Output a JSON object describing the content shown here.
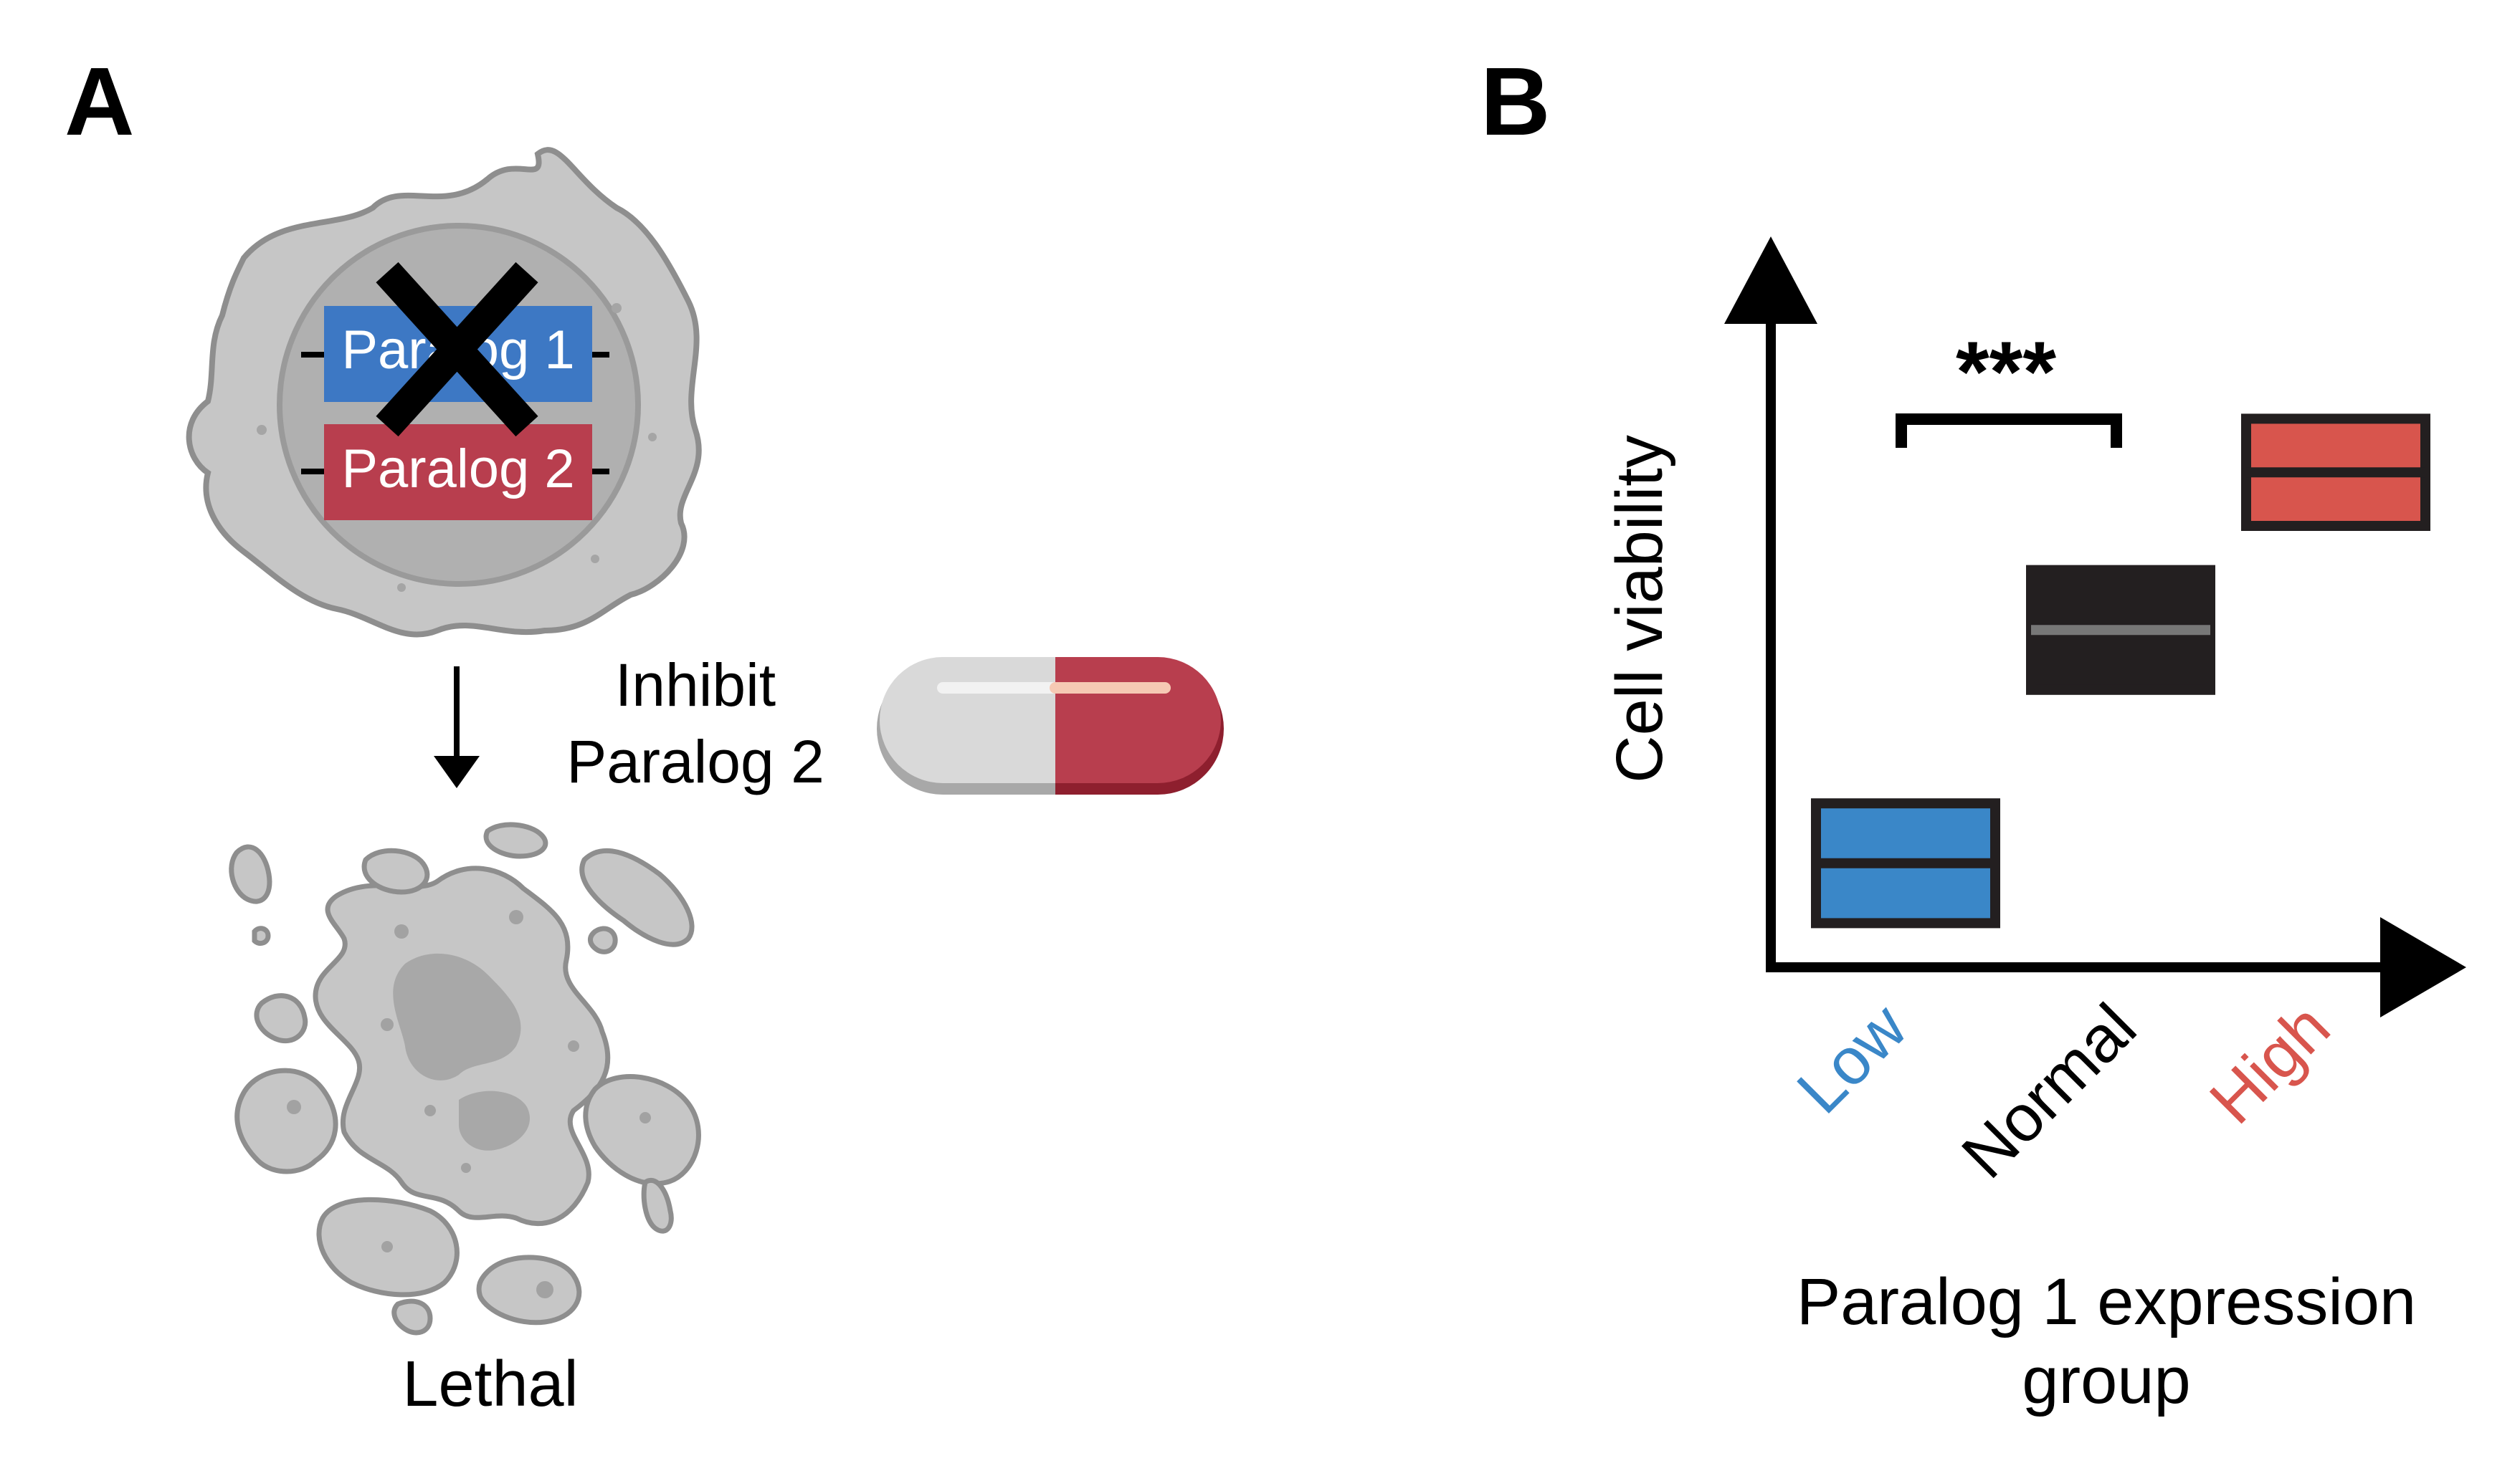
{
  "panel_a": {
    "label": "A",
    "gene_1": "Paralog 1",
    "gene_2": "Paralog 2",
    "drug_text_line1": "Inhibit",
    "drug_text_line2": "Paralog 2",
    "outcome": "Lethal"
  },
  "panel_b": {
    "label": "B",
    "significance": "***",
    "y_axis_label": "Cell viability",
    "x_axis_label_line1": "Paralog 1 expression",
    "x_axis_label_line2": "group"
  },
  "chart_data": {
    "type": "box",
    "ylabel": "Cell viability",
    "xlabel": "Paralog 1 expression group",
    "annotation": "***",
    "categories": [
      "Low",
      "Normal",
      "High"
    ],
    "category_colors": [
      "#3a87c8",
      "#231f20",
      "#d8554d"
    ],
    "median_colors": [
      "#231f20",
      "#777777",
      "#231f20"
    ],
    "boxes": [
      {
        "name": "Low",
        "low": 0.07,
        "median": 0.165,
        "high": 0.26
      },
      {
        "name": "Normal",
        "low": 0.44,
        "median": 0.535,
        "high": 0.63
      },
      {
        "name": "High",
        "low": 0.7,
        "median": 0.785,
        "high": 0.87
      }
    ],
    "ylim": [
      0,
      1
    ],
    "ticks_shown": false
  },
  "colors": {
    "paralog_1": "#3d78c4",
    "paralog_2": "#b83e4e",
    "cell_fill": "#c6c6c6",
    "cell_stroke": "#8e8e8e",
    "nucleus_fill": "#b0b0b0"
  }
}
